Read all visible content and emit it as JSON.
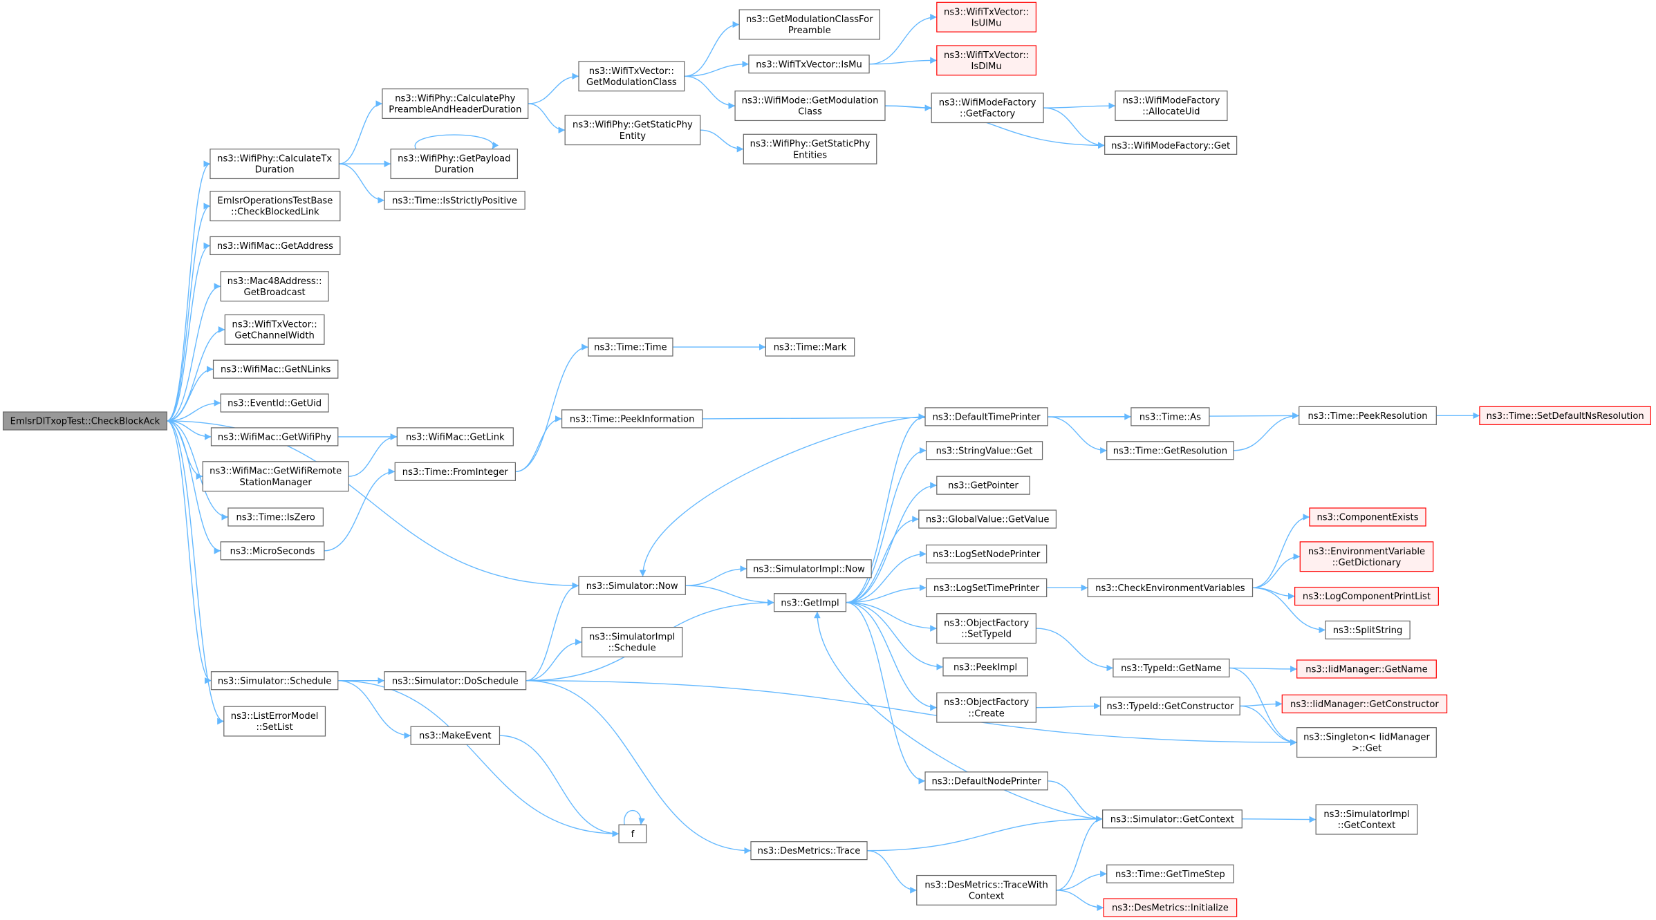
{
  "graph": {
    "title": "EmlsrDlTxopTest::CheckBlockAck call graph",
    "colors": {
      "edge": "#63b8ff",
      "root_fill": "#999999",
      "node_border": "#666666",
      "missing_border": "#ff0000",
      "missing_fill": "#fff0f0"
    },
    "nodes": [
      {
        "lines": [
          "EmlsrDlTxopTest::CheckBlockAck"
        ],
        "kind": "root"
      },
      {
        "lines": [
          "ns3::WifiPhy::CalculateTx",
          "Duration"
        ]
      },
      {
        "lines": [
          "EmlsrOperationsTestBase",
          "::CheckBlockedLink"
        ]
      },
      {
        "lines": [
          "ns3::WifiMac::GetAddress"
        ]
      },
      {
        "lines": [
          "ns3::Mac48Address::",
          "GetBroadcast"
        ]
      },
      {
        "lines": [
          "ns3::WifiTxVector::",
          "GetChannelWidth"
        ]
      },
      {
        "lines": [
          "ns3::WifiMac::GetNLinks"
        ]
      },
      {
        "lines": [
          "ns3::EventId::GetUid"
        ]
      },
      {
        "lines": [
          "ns3::WifiMac::GetWifiPhy"
        ]
      },
      {
        "lines": [
          "ns3::WifiMac::GetWifiRemote",
          "StationManager"
        ]
      },
      {
        "lines": [
          "ns3::Time::IsZero"
        ]
      },
      {
        "lines": [
          "ns3::MicroSeconds"
        ]
      },
      {
        "lines": [
          "ns3::Simulator::Schedule"
        ]
      },
      {
        "lines": [
          "ns3::ListErrorModel",
          "::SetList"
        ]
      },
      {
        "lines": [
          "ns3::WifiPhy::CalculatePhy",
          "PreambleAndHeaderDuration"
        ]
      },
      {
        "lines": [
          "ns3::WifiPhy::GetPayload",
          "Duration"
        ]
      },
      {
        "lines": [
          "ns3::Time::IsStrictlyPositive"
        ]
      },
      {
        "lines": [
          "ns3::WifiMac::GetLink"
        ]
      },
      {
        "lines": [
          "ns3::Time::FromInteger"
        ]
      },
      {
        "lines": [
          "ns3::Simulator::DoSchedule"
        ]
      },
      {
        "lines": [
          "ns3::MakeEvent"
        ]
      },
      {
        "lines": [
          "f"
        ]
      },
      {
        "lines": [
          "ns3::WifiTxVector::",
          "GetModulationClass"
        ]
      },
      {
        "lines": [
          "ns3::WifiPhy::GetStaticPhy",
          "Entity"
        ]
      },
      {
        "lines": [
          "ns3::Time::Time"
        ]
      },
      {
        "lines": [
          "ns3::Time::PeekInformation"
        ]
      },
      {
        "lines": [
          "ns3::Simulator::Now"
        ]
      },
      {
        "lines": [
          "ns3::SimulatorImpl",
          "::Schedule"
        ]
      },
      {
        "lines": [
          "ns3::DesMetrics::Trace"
        ]
      },
      {
        "lines": [
          "ns3::GetModulationClassFor",
          "Preamble"
        ]
      },
      {
        "lines": [
          "ns3::WifiTxVector::IsMu"
        ]
      },
      {
        "lines": [
          "ns3::WifiMode::GetModulation",
          "Class"
        ]
      },
      {
        "lines": [
          "ns3::WifiPhy::GetStaticPhy",
          "Entities"
        ]
      },
      {
        "lines": [
          "ns3::Time::Mark"
        ]
      },
      {
        "lines": [
          "ns3::SimulatorImpl::Now"
        ]
      },
      {
        "lines": [
          "ns3::GetImpl"
        ]
      },
      {
        "lines": [
          "ns3::WifiTxVector::",
          "IsUlMu"
        ],
        "kind": "missing"
      },
      {
        "lines": [
          "ns3::WifiTxVector::",
          "IsDlMu"
        ],
        "kind": "missing"
      },
      {
        "lines": [
          "ns3::WifiModeFactory",
          "::GetFactory"
        ]
      },
      {
        "lines": [
          "ns3::DefaultTimePrinter"
        ]
      },
      {
        "lines": [
          "ns3::StringValue::Get"
        ]
      },
      {
        "lines": [
          "ns3::GetPointer"
        ]
      },
      {
        "lines": [
          "ns3::GlobalValue::GetValue"
        ]
      },
      {
        "lines": [
          "ns3::LogSetNodePrinter"
        ]
      },
      {
        "lines": [
          "ns3::LogSetTimePrinter"
        ]
      },
      {
        "lines": [
          "ns3::ObjectFactory",
          "::SetTypeId"
        ]
      },
      {
        "lines": [
          "ns3::PeekImpl"
        ]
      },
      {
        "lines": [
          "ns3::ObjectFactory",
          "::Create"
        ]
      },
      {
        "lines": [
          "ns3::DefaultNodePrinter"
        ]
      },
      {
        "lines": [
          "ns3::DesMetrics::TraceWith",
          "Context"
        ]
      },
      {
        "lines": [
          "ns3::WifiModeFactory",
          "::AllocateUid"
        ]
      },
      {
        "lines": [
          "ns3::WifiModeFactory::Get"
        ]
      },
      {
        "lines": [
          "ns3::Time::As"
        ]
      },
      {
        "lines": [
          "ns3::Time::GetResolution"
        ]
      },
      {
        "lines": [
          "ns3::CheckEnvironmentVariables"
        ]
      },
      {
        "lines": [
          "ns3::TypeId::GetName"
        ]
      },
      {
        "lines": [
          "ns3::TypeId::GetConstructor"
        ]
      },
      {
        "lines": [
          "ns3::Simulator::GetContext"
        ]
      },
      {
        "lines": [
          "ns3::Time::GetTimeStep"
        ]
      },
      {
        "lines": [
          "ns3::DesMetrics::Initialize"
        ],
        "kind": "missing"
      },
      {
        "lines": [
          "ns3::Time::PeekResolution"
        ]
      },
      {
        "lines": [
          "ns3::ComponentExists"
        ],
        "kind": "missing"
      },
      {
        "lines": [
          "ns3::EnvironmentVariable",
          "::GetDictionary"
        ],
        "kind": "missing"
      },
      {
        "lines": [
          "ns3::LogComponentPrintList"
        ],
        "kind": "missing"
      },
      {
        "lines": [
          "ns3::SplitString"
        ]
      },
      {
        "lines": [
          "ns3::IidManager::GetName"
        ],
        "kind": "missing"
      },
      {
        "lines": [
          "ns3::IidManager::GetConstructor"
        ],
        "kind": "missing"
      },
      {
        "lines": [
          "ns3::Singleton< IidManager",
          ">::Get"
        ]
      },
      {
        "lines": [
          "ns3::SimulatorImpl",
          "::GetContext"
        ]
      },
      {
        "lines": [
          "ns3::Time::SetDefaultNsResolution"
        ],
        "kind": "missing"
      }
    ],
    "edges": [
      [
        0,
        1
      ],
      [
        0,
        2
      ],
      [
        0,
        3
      ],
      [
        0,
        4
      ],
      [
        0,
        5
      ],
      [
        0,
        6
      ],
      [
        0,
        7
      ],
      [
        0,
        8
      ],
      [
        0,
        9
      ],
      [
        0,
        10
      ],
      [
        0,
        11
      ],
      [
        0,
        12
      ],
      [
        0,
        13
      ],
      [
        0,
        26
      ],
      [
        1,
        14
      ],
      [
        1,
        15
      ],
      [
        1,
        16
      ],
      [
        15,
        15
      ],
      [
        14,
        22
      ],
      [
        14,
        23
      ],
      [
        22,
        29
      ],
      [
        22,
        30
      ],
      [
        22,
        31
      ],
      [
        30,
        36
      ],
      [
        30,
        37
      ],
      [
        31,
        38
      ],
      [
        31,
        51
      ],
      [
        38,
        50
      ],
      [
        38,
        51
      ],
      [
        23,
        32
      ],
      [
        8,
        17
      ],
      [
        9,
        17
      ],
      [
        11,
        18
      ],
      [
        18,
        24
      ],
      [
        18,
        25
      ],
      [
        24,
        33
      ],
      [
        25,
        60
      ],
      [
        12,
        19
      ],
      [
        12,
        20
      ],
      [
        12,
        21
      ],
      [
        19,
        26
      ],
      [
        19,
        27
      ],
      [
        19,
        35
      ],
      [
        19,
        28
      ],
      [
        19,
        67
      ],
      [
        20,
        21
      ],
      [
        21,
        21
      ],
      [
        26,
        34
      ],
      [
        26,
        35
      ],
      [
        39,
        26
      ],
      [
        35,
        39
      ],
      [
        35,
        40
      ],
      [
        35,
        41
      ],
      [
        35,
        42
      ],
      [
        35,
        43
      ],
      [
        35,
        44
      ],
      [
        35,
        45
      ],
      [
        35,
        46
      ],
      [
        35,
        47
      ],
      [
        35,
        48
      ],
      [
        39,
        52
      ],
      [
        39,
        53
      ],
      [
        53,
        60
      ],
      [
        44,
        54
      ],
      [
        54,
        61
      ],
      [
        54,
        62
      ],
      [
        54,
        63
      ],
      [
        54,
        64
      ],
      [
        45,
        55
      ],
      [
        55,
        65
      ],
      [
        55,
        67
      ],
      [
        47,
        56
      ],
      [
        56,
        66
      ],
      [
        56,
        67
      ],
      [
        48,
        57
      ],
      [
        57,
        35
      ],
      [
        57,
        68
      ],
      [
        28,
        57
      ],
      [
        28,
        49
      ],
      [
        49,
        57
      ],
      [
        49,
        58
      ],
      [
        49,
        59
      ],
      [
        60,
        69
      ]
    ]
  }
}
